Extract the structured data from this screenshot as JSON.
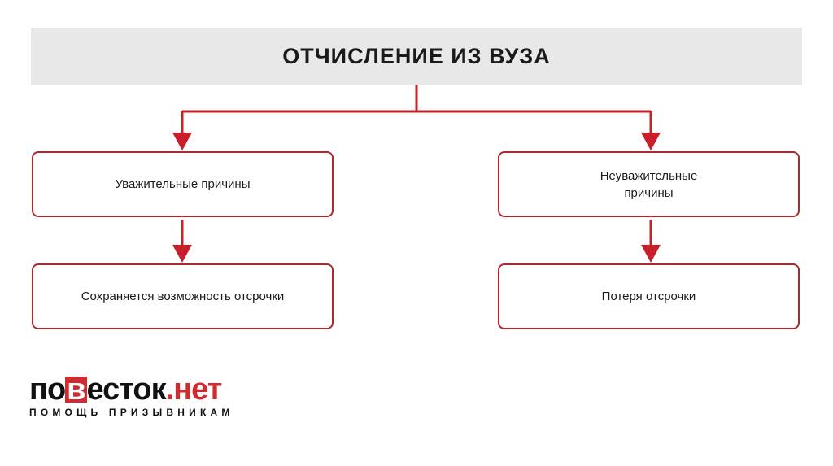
{
  "title": "ОТЧИСЛЕНИЕ ИЗ ВУЗА",
  "colors": {
    "accent": "#c8202a",
    "box_border": "#b0282c",
    "title_bg": "#e8e8e8"
  },
  "left": {
    "reason": "Уважительные причины",
    "result": "Сохраняется возможность отсрочки"
  },
  "right": {
    "reason": "Неуважительные причины",
    "result": "Потеря отсрочки"
  },
  "logo": {
    "part1": "по",
    "letter": "в",
    "part2": "есток",
    "part3": ".нет",
    "tagline": "ПОМОЩЬ ПРИЗЫВНИКАМ"
  }
}
